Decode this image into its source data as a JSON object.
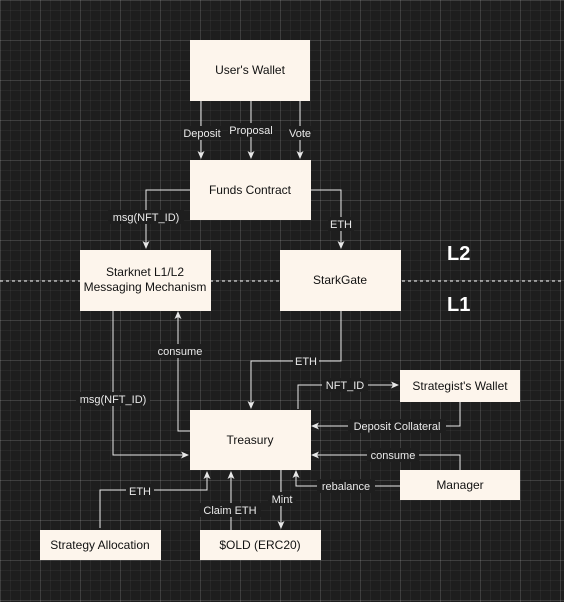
{
  "diagram": {
    "layers": {
      "upper": "L2",
      "lower": "L1"
    },
    "nodes": {
      "users_wallet": "User's Wallet",
      "funds_contract": "Funds Contract",
      "messaging": [
        "Starknet L1/L2",
        "Messaging Mechanism"
      ],
      "starkgate": "StarkGate",
      "treasury": "Treasury",
      "strategists_wallet": "Strategist's Wallet",
      "manager": "Manager",
      "strategy_allocation": "Strategy Allocation",
      "old_token": "$OLD (ERC20)"
    },
    "edges": {
      "deposit": "Deposit",
      "proposal": "Proposal",
      "vote": "Vote",
      "msg_top": "msg(NFT_ID)",
      "eth_top": "ETH",
      "consume_left": "consume",
      "msg_left": "msg(NFT_ID)",
      "eth_bridge": "ETH",
      "nft_id": "NFT_ID",
      "deposit_collateral": "Deposit Collateral",
      "consume_manager": "consume",
      "rebalance": "rebalance",
      "eth_strategy": "ETH",
      "claim_eth": "Claim ETH",
      "mint": "Mint"
    }
  }
}
